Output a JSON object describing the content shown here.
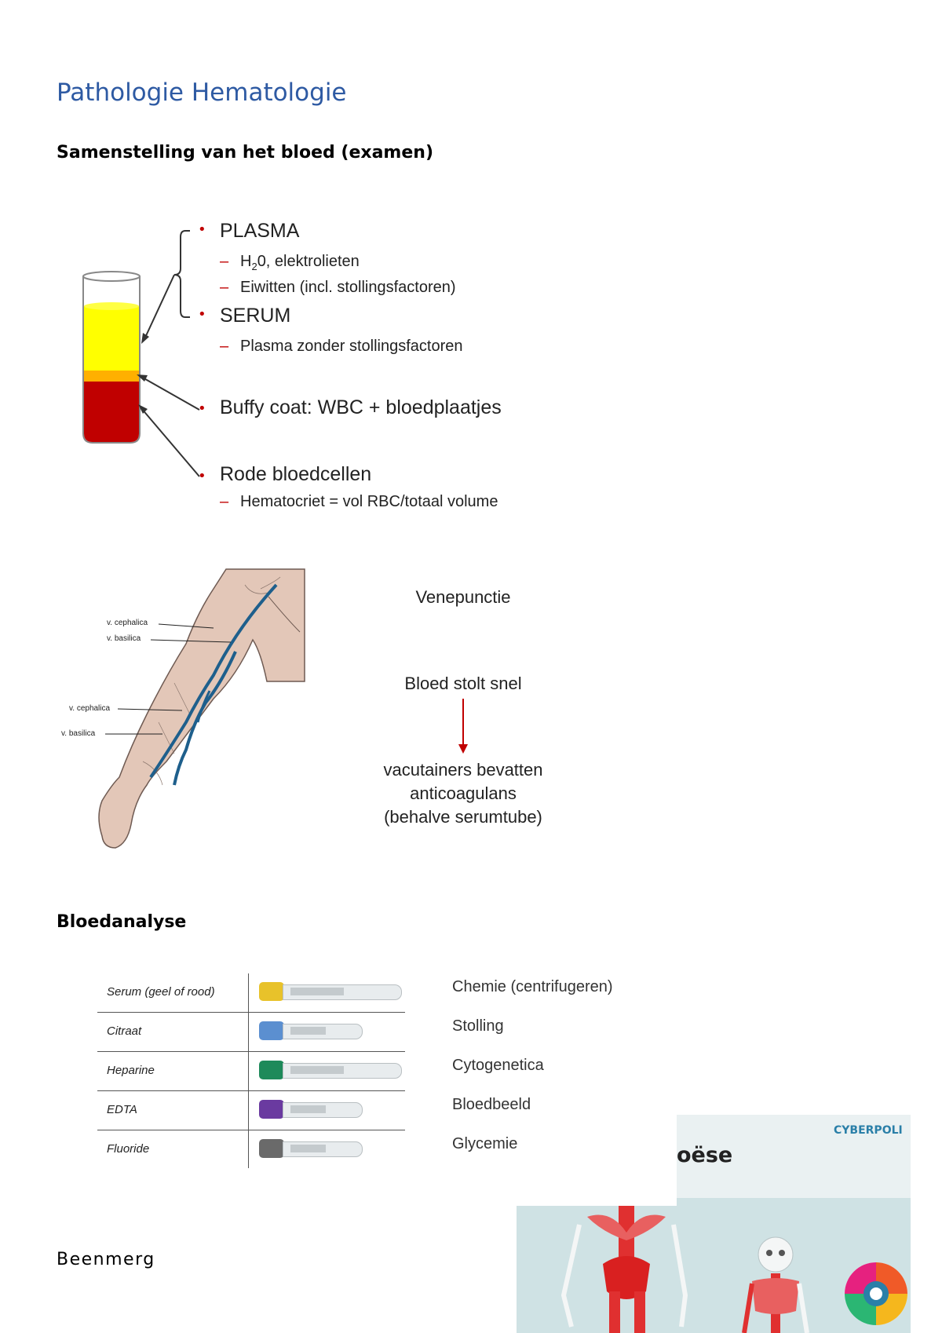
{
  "document": {
    "title": "Pathologie Hematologie",
    "section1_heading": "Samenstelling van het bloed (examen)",
    "section2_heading": "Bloedanalyse",
    "section3_heading": "Beenmerg"
  },
  "blood_diagram": {
    "plasma": "PLASMA",
    "plasma_item1_prefix": "H",
    "plasma_item1_sub": "2",
    "plasma_item1_suffix": "0, elektrolieten",
    "plasma_item2": "Eiwitten (incl. stollingsfactoren)",
    "serum": "SERUM",
    "serum_item1": "Plasma zonder stollingsfactoren",
    "buffy": "Buffy coat: WBC + bloedplaatjes",
    "rbc": "Rode bloedcellen",
    "rbc_item1": "Hematocriet = vol RBC/totaal volume",
    "colors": {
      "plasma": "#ffff00",
      "buffy": "#ffb000",
      "rbc": "#c00000",
      "bullet": "#c00000"
    }
  },
  "venipuncture": {
    "label_cephalica_1": "v. cephalica",
    "label_basilica_1": "v. basilica",
    "label_cephalica_2": "v. cephalica",
    "label_basilica_2": "v. basilica",
    "text1": "Venepunctie",
    "text2": "Bloed stolt snel",
    "text3_line1": "vacutainers bevatten",
    "text3_line2": "anticoagulans",
    "text3_line3": "(behalve serumtube)"
  },
  "tubes": {
    "rows": [
      {
        "label": "Serum (geel of rood)",
        "use": "Chemie (centrifugeren)",
        "cap": "#e8c22a"
      },
      {
        "label": "Citraat",
        "use": "Stolling",
        "cap": "#5b8fd0"
      },
      {
        "label": "Heparine",
        "use": "Cytogenetica",
        "cap": "#1e8a5a"
      },
      {
        "label": "EDTA",
        "use": "Bloedbeeld",
        "cap": "#6a3aa0"
      },
      {
        "label": "Fluoride",
        "use": "Glycemie",
        "cap": "#6a6a6a"
      }
    ]
  },
  "bone_marrow_image": {
    "brand": "CYBERPOLI",
    "heading_fragment": "oëse"
  }
}
